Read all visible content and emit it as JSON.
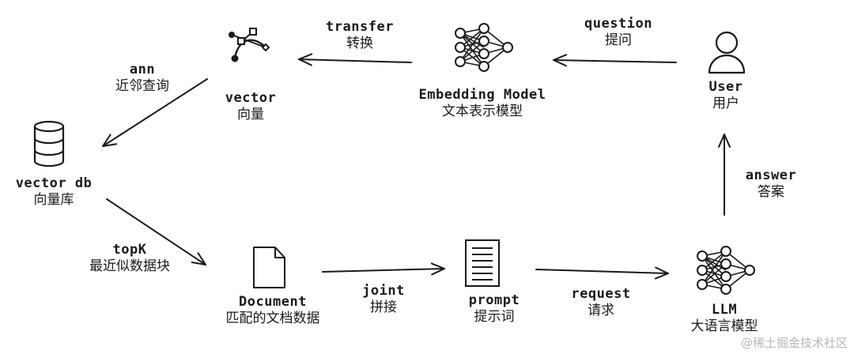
{
  "nodes": {
    "user": {
      "en": "User",
      "zh": "用户"
    },
    "embedding_model": {
      "en": "Embedding Model",
      "zh": "文本表示模型"
    },
    "vector": {
      "en": "vector",
      "zh": "向量"
    },
    "vector_db": {
      "en": "vector db",
      "zh": "向量库"
    },
    "document": {
      "en": "Document",
      "zh": "匹配的文档数据"
    },
    "prompt": {
      "en": "prompt",
      "zh": "提示词"
    },
    "llm": {
      "en": "LLM",
      "zh": "大语言模型"
    }
  },
  "edges": {
    "question": {
      "en": "question",
      "zh": "提问"
    },
    "transfer": {
      "en": "transfer",
      "zh": "转换"
    },
    "ann": {
      "en": "ann",
      "zh": "近邻查询"
    },
    "topk": {
      "en": "topK",
      "zh": "最近似数据块"
    },
    "joint": {
      "en": "joint",
      "zh": "拼接"
    },
    "request": {
      "en": "request",
      "zh": "请求"
    },
    "answer": {
      "en": "answer",
      "zh": "答案"
    }
  },
  "icons": [
    "user-icon",
    "neural-network-icon",
    "bezier-curve-icon",
    "database-icon",
    "document-icon",
    "prompt-list-icon",
    "neural-network-icon"
  ],
  "watermark": "@稀土掘金技术社区"
}
